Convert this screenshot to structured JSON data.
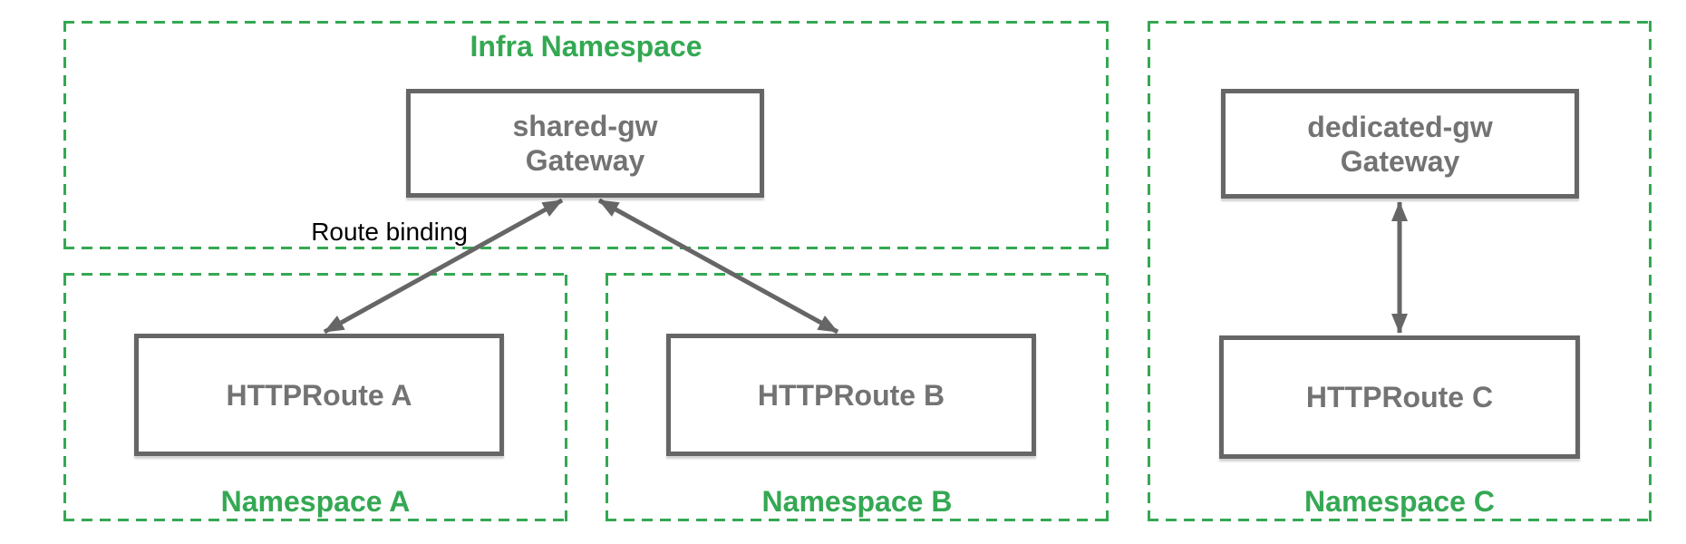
{
  "namespaces": {
    "infra": {
      "label": "Infra Namespace"
    },
    "a": {
      "label": "Namespace A"
    },
    "b": {
      "label": "Namespace B"
    },
    "c": {
      "label": "Namespace C"
    }
  },
  "nodes": {
    "shared_gw": {
      "line1": "shared-gw",
      "line2": "Gateway"
    },
    "httproute_a": {
      "line1": "HTTPRoute A"
    },
    "httproute_b": {
      "line1": "HTTPRoute B"
    },
    "dedicated_gw": {
      "line1": "dedicated-gw",
      "line2": "Gateway"
    },
    "httproute_c": {
      "line1": "HTTPRoute C"
    }
  },
  "annotations": {
    "route_binding": "Route binding"
  },
  "edges": [
    {
      "from": "httproute_a",
      "to": "shared_gw",
      "style": "double-arrow",
      "label": "Route binding"
    },
    {
      "from": "httproute_b",
      "to": "shared_gw",
      "style": "double-arrow",
      "label": ""
    },
    {
      "from": "httproute_c",
      "to": "dedicated_gw",
      "style": "double-arrow",
      "label": ""
    }
  ],
  "colors": {
    "namespace_green": "#34A853",
    "node_border_gray": "#666666",
    "node_text_gray": "#737373",
    "annotation_black": "#000000"
  }
}
